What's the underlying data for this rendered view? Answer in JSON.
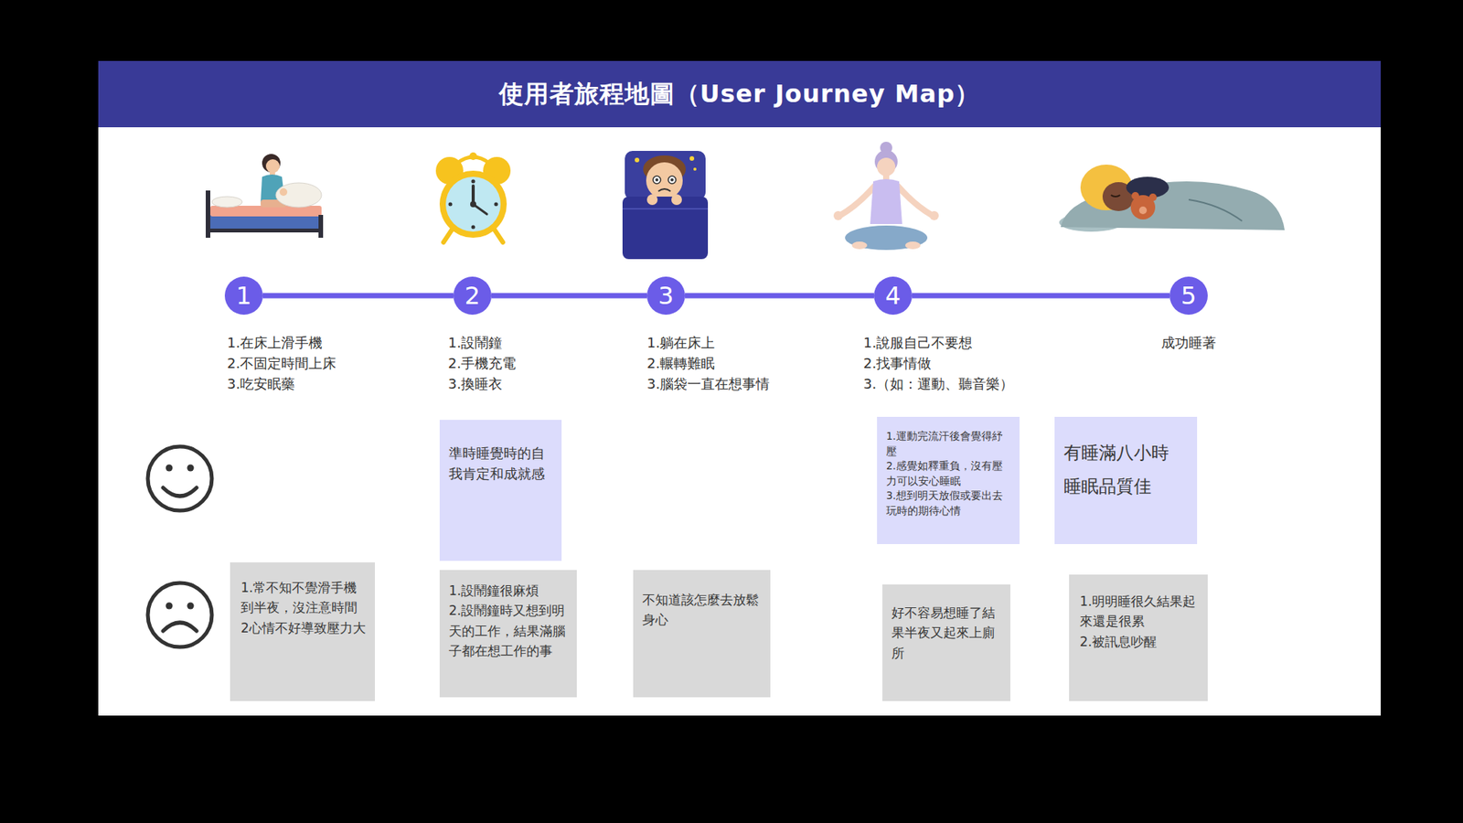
{
  "diagram": {
    "title": "使用者旅程地圖（User Journey Map）",
    "nodes": [
      {
        "text": [
          "1"
        ]
      },
      {
        "text": [
          "2"
        ]
      },
      {
        "text": [
          "3"
        ]
      },
      {
        "text": [
          "4"
        ]
      },
      {
        "text": [
          "5"
        ]
      },
      {
        "text": [
          "準時睡覺時的自我肯定和成就感"
        ]
      },
      {
        "text": [
          "1.運動完流汗後會覺得紓壓",
          "2.感覺如釋重負，沒有壓力可以安心睡眠",
          "3.想到明天放假或要出去玩時的期待心情"
        ]
      },
      {
        "text": [
          "有睡滿八小時",
          "睡眠品質佳"
        ]
      },
      {
        "text": [
          "1.常不知不覺滑手機到半夜，沒注意時間",
          "2心情不好導致壓力大"
        ]
      },
      {
        "text": [
          "1.設鬧鐘很麻煩",
          "2.設鬧鐘時又想到明天的工作，結果滿腦子都在想工作的事"
        ]
      },
      {
        "text": [
          "不知道該怎麼去放鬆身心"
        ]
      },
      {
        "text": [
          "好不容易想睡了結果半夜又起來上廁所"
        ]
      },
      {
        "text": [
          "1.明明睡很久結果起來還是很累",
          "2.被訊息吵醒"
        ]
      }
    ],
    "edges": [
      {
        "from": 0,
        "to": 1,
        "arrow": "none"
      },
      {
        "from": 1,
        "to": 2,
        "arrow": "none"
      },
      {
        "from": 2,
        "to": 3,
        "arrow": "none"
      },
      {
        "from": 3,
        "to": 4,
        "arrow": "none"
      }
    ],
    "labels": [
      "1.在床上滑手機",
      "2.不固定時間上床",
      "3.吃安眠藥",
      "1.設鬧鐘",
      "2.手機充電",
      "3.換睡衣",
      "1.躺在床上",
      "2.輾轉難眠",
      "3.腦袋一直在想事情",
      "1.說服自己不要想",
      "2.找事情做",
      "3.（如：運動、聽音樂）",
      "成功睡著"
    ]
  }
}
